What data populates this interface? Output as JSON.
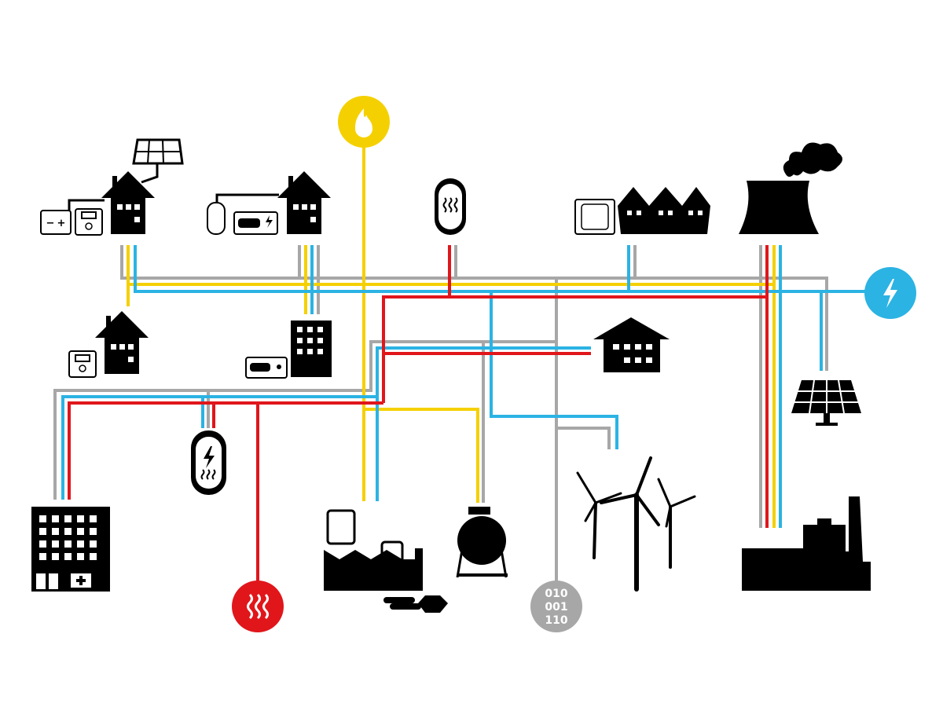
{
  "colors": {
    "gas": "#f5d000",
    "electricity": "#2bb3e3",
    "heat": "#e0161b",
    "data": "#a7a7a7",
    "icon": "#000000"
  },
  "nodes": {
    "gas_icon": "flame-icon",
    "electricity_icon": "lightning-icon",
    "heat_icon": "heat-waves-icon",
    "data_icon": "binary-icon"
  },
  "data_circle": {
    "lines": [
      "010",
      "001",
      "110"
    ]
  },
  "battery": {
    "minus": "−",
    "plus": "+"
  }
}
